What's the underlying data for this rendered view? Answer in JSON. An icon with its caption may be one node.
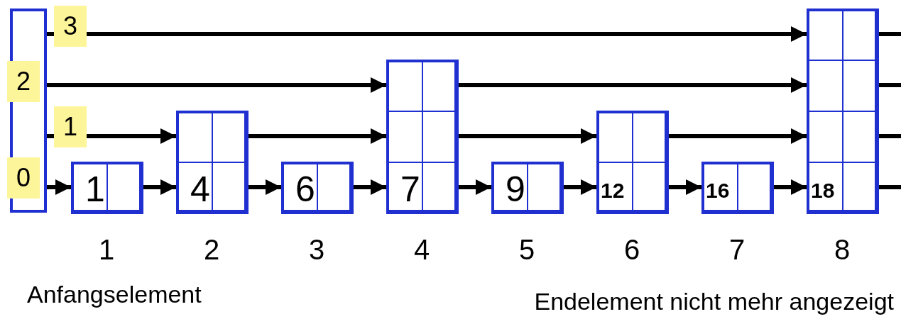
{
  "diagram": {
    "nodes": [
      {
        "text": [],
        "shape": "bar",
        "beside": [
          "Anfangselement"
        ]
      },
      {
        "text": [
          "1"
        ],
        "beside": [
          "1"
        ]
      },
      {
        "text": [
          "4"
        ],
        "beside": [
          "2"
        ]
      },
      {
        "text": [
          "6"
        ],
        "beside": [
          "3"
        ]
      },
      {
        "text": [
          "7"
        ],
        "beside": [
          "4"
        ]
      },
      {
        "text": [
          "9"
        ],
        "beside": [
          "5"
        ]
      },
      {
        "text": [
          "12"
        ],
        "beside": [
          "6"
        ]
      },
      {
        "text": [
          "16"
        ],
        "beside": [
          "7"
        ]
      },
      {
        "text": [
          "18"
        ],
        "beside": [
          "8"
        ]
      }
    ],
    "edges": [
      {
        "from": 0,
        "to": 8,
        "arrow": "to"
      },
      {
        "from": 0,
        "to": 4,
        "arrow": "to"
      },
      {
        "from": 4,
        "to": 8,
        "arrow": "to"
      },
      {
        "from": 0,
        "to": 2,
        "arrow": "to"
      },
      {
        "from": 2,
        "to": 4,
        "arrow": "to"
      },
      {
        "from": 4,
        "to": 6,
        "arrow": "to"
      },
      {
        "from": 6,
        "to": 8,
        "arrow": "to"
      },
      {
        "from": 0,
        "to": 1,
        "arrow": "to"
      },
      {
        "from": 1,
        "to": 2,
        "arrow": "to"
      },
      {
        "from": 2,
        "to": 3,
        "arrow": "to"
      },
      {
        "from": 3,
        "to": 4,
        "arrow": "to"
      },
      {
        "from": 4,
        "to": 5,
        "arrow": "to"
      },
      {
        "from": 5,
        "to": 6,
        "arrow": "to"
      },
      {
        "from": 6,
        "to": 7,
        "arrow": "to"
      },
      {
        "from": 7,
        "to": 8,
        "arrow": "to"
      },
      {
        "from": 8,
        "to": null,
        "arrow": "none"
      },
      {
        "from": 8,
        "to": null,
        "arrow": "none"
      },
      {
        "from": 8,
        "to": null,
        "arrow": "none"
      },
      {
        "from": 8,
        "to": null,
        "arrow": "none"
      }
    ],
    "labels": [
      "3",
      "2",
      "1",
      "0",
      "Endelement nicht mehr angezeigt"
    ]
  }
}
